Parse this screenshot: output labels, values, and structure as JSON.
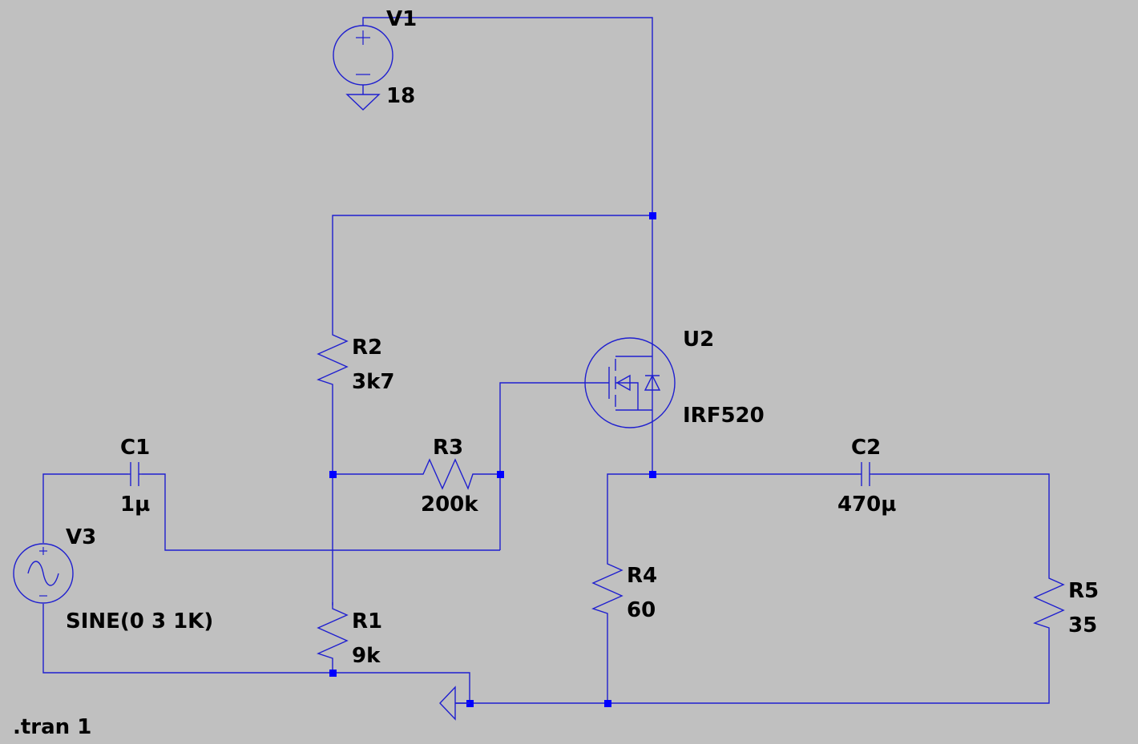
{
  "components": {
    "V1": {
      "ref": "V1",
      "value": "18"
    },
    "V3": {
      "ref": "V3",
      "value": "SINE(0 3 1K)"
    },
    "R1": {
      "ref": "R1",
      "value": "9k"
    },
    "R2": {
      "ref": "R2",
      "value": "3k7"
    },
    "R3": {
      "ref": "R3",
      "value": "200k"
    },
    "R4": {
      "ref": "R4",
      "value": "60"
    },
    "R5": {
      "ref": "R5",
      "value": "35"
    },
    "C1": {
      "ref": "C1",
      "value": "1µ"
    },
    "C2": {
      "ref": "C2",
      "value": "470µ"
    },
    "U2": {
      "ref": "U2",
      "value": "IRF520"
    }
  },
  "directive": ".tran 1",
  "colors": {
    "background": "#c0c0c0",
    "wire": "#1f1fcf",
    "junction": "#0000ff",
    "text": "#000000"
  }
}
